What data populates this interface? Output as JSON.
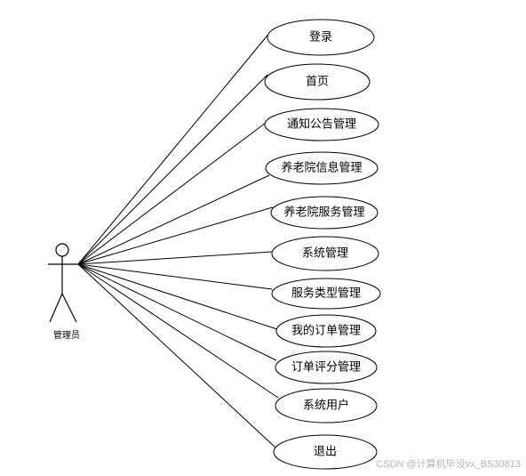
{
  "actor": {
    "label": "管理员"
  },
  "use_cases": [
    {
      "label": "登录"
    },
    {
      "label": "首页"
    },
    {
      "label": "通知公告管理"
    },
    {
      "label": "养老院信息管理"
    },
    {
      "label": "养老院服务管理"
    },
    {
      "label": "系统管理"
    },
    {
      "label": "服务类型管理"
    },
    {
      "label": "我的订单管理"
    },
    {
      "label": "订单评分管理"
    },
    {
      "label": "系统用户"
    },
    {
      "label": "退出"
    }
  ],
  "watermark": "CSDN @计算机毕设vx_BS30813"
}
